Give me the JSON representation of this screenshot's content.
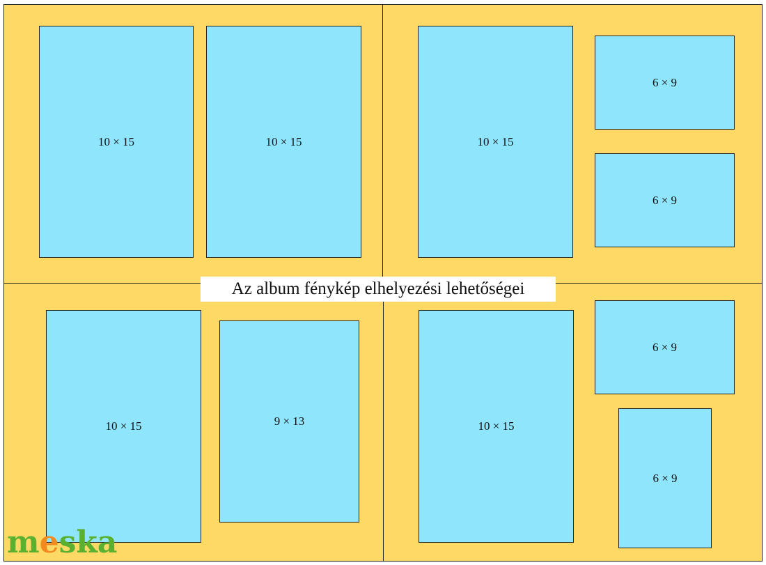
{
  "title": "Az album fénykép elhelyezési lehetőségei",
  "logo": {
    "text": "meska",
    "colors": {
      "main": "#5ab02f",
      "accent": "#f28a1e"
    }
  },
  "colors": {
    "page": "#FFD966",
    "photo": "#8EE5FC",
    "border": "#222222"
  },
  "layouts": [
    {
      "label": "top-left",
      "photos": [
        "10 × 15",
        "10 × 15"
      ]
    },
    {
      "label": "top-right",
      "photos": [
        "10 × 15",
        "6 × 9",
        "6 × 9"
      ]
    },
    {
      "label": "bottom-left",
      "photos": [
        "10 × 15",
        "9 × 13"
      ]
    },
    {
      "label": "bottom-right",
      "photos": [
        "10 × 15",
        "6 × 9",
        "6 × 9"
      ]
    }
  ]
}
